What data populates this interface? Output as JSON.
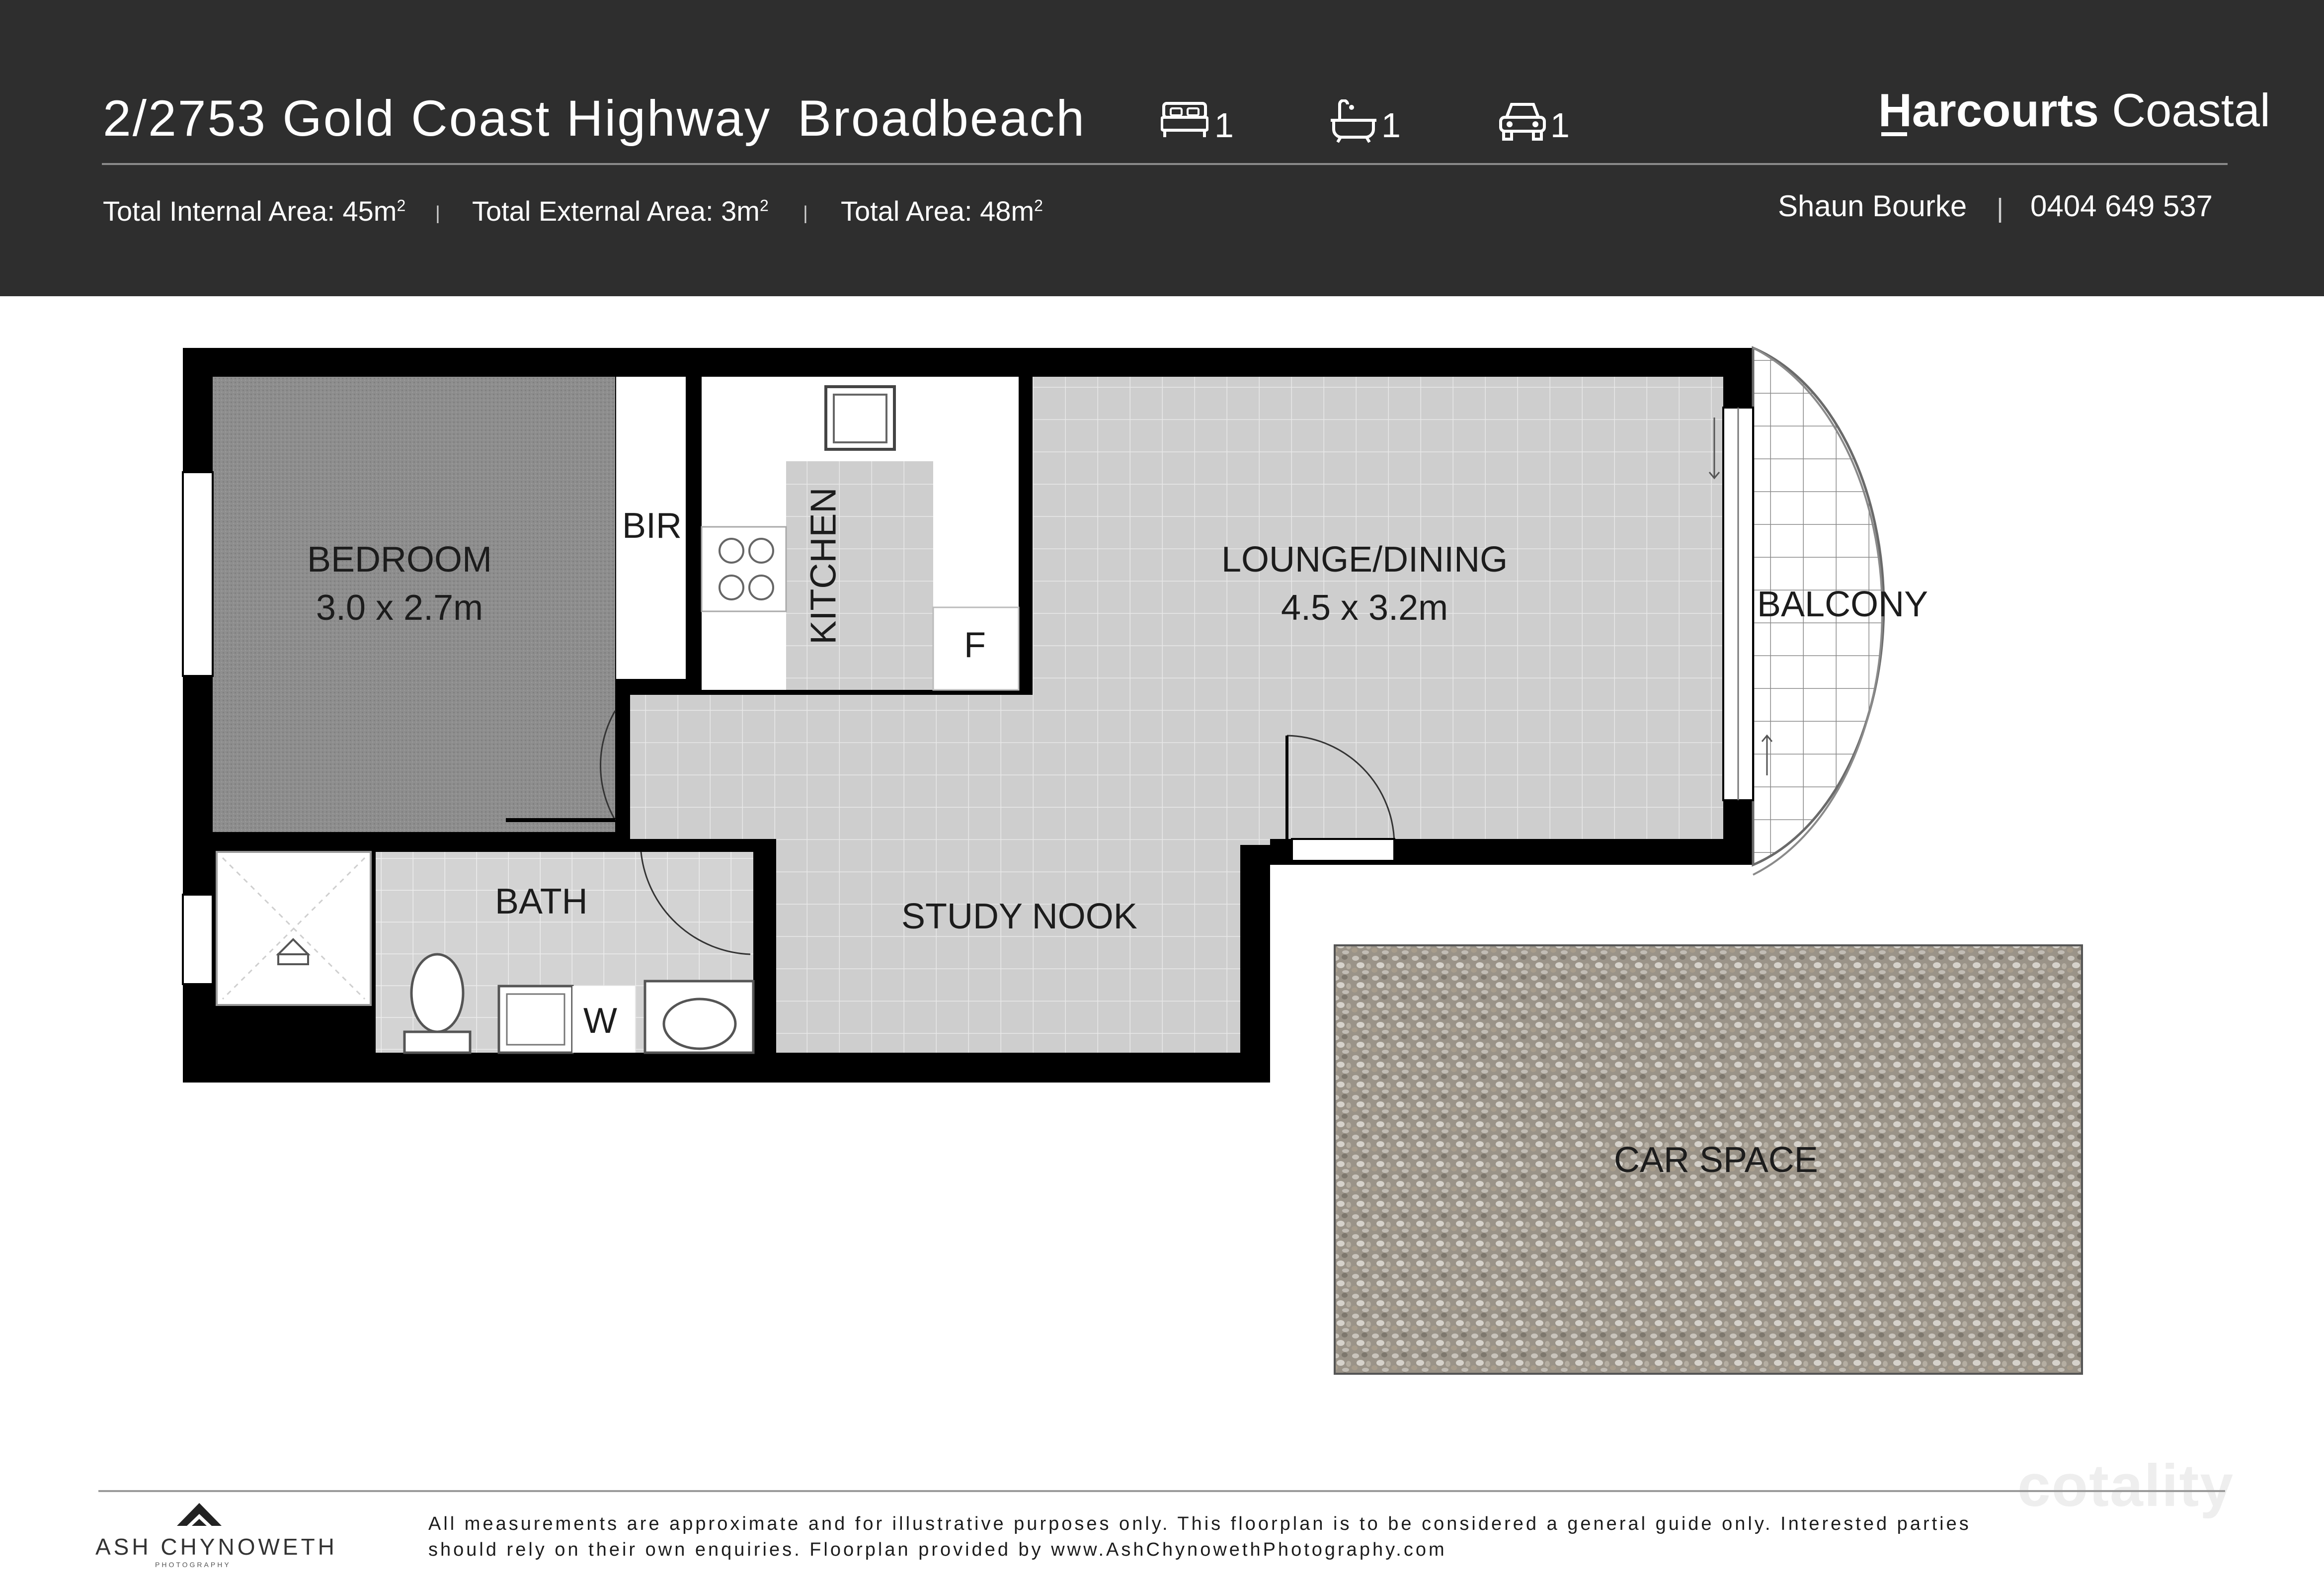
{
  "header": {
    "address": "2/2753 Gold Coast Highway",
    "suburb": "Broadbeach",
    "bedrooms": "1",
    "bathrooms": "1",
    "car_spaces": "1",
    "internal_area_label": "Total Internal Area: 45m",
    "external_area_label": "Total External Area: 3m",
    "total_area_label": "Total Area: 48m",
    "area_superscript": "2",
    "separator": "|",
    "brand_bold": "Harcourts",
    "brand_light": " Coastal",
    "agent_name": "Shaun Bourke",
    "agent_phone": "0404 649 537"
  },
  "rooms": {
    "bedroom": "BEDROOM",
    "bedroom_size": "3.0 x 2.7m",
    "bir": "BIR",
    "kitchen": "KITCHEN",
    "fridge": "F",
    "lounge": "LOUNGE/DINING",
    "lounge_size": "4.5 x 3.2m",
    "balcony": "BALCONY",
    "bath": "BATH",
    "washer": "W",
    "study": "STUDY NOOK",
    "car_space": "CAR SPACE"
  },
  "footer": {
    "disclaimer_line1": "All measurements are approximate and for illustrative purposes only. This floorplan is to be considered a general guide only. Interested parties",
    "disclaimer_line2": "should rely on their own enquiries. Floorplan provided by www.AshChynowethPhotography.com",
    "photographer": "ASH CHYNOWETH",
    "photographer_sub": "PHOTOGRAPHY",
    "watermark": "cotality"
  },
  "colors": {
    "header_bg": "#2e2e2e",
    "wall": "#000000",
    "tile_floor": "#cdcdcd",
    "carpet": "#8c8c8c",
    "gravel": "#9d958a"
  }
}
